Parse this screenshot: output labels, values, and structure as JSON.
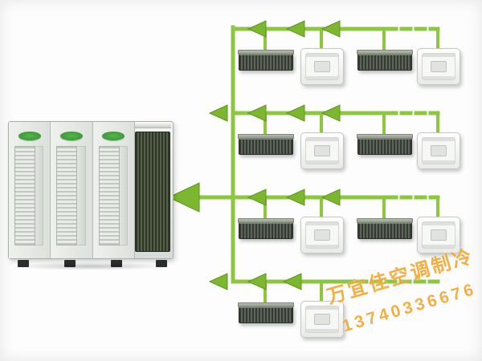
{
  "diagram": {
    "pipe_color": "#8dc63f",
    "arrow_color": "#7cb82f",
    "outdoor_unit": {
      "modules": 3
    },
    "rows": [
      {
        "units": [
          "duct",
          "cassette",
          "duct",
          "cassette"
        ]
      },
      {
        "units": [
          "duct",
          "cassette",
          "duct",
          "cassette"
        ]
      },
      {
        "units": [
          "duct",
          "cassette",
          "duct",
          "cassette"
        ]
      },
      {
        "units": [
          "duct",
          "cassette"
        ]
      }
    ]
  },
  "watermark": {
    "line1": "万宜佳空调制冷",
    "line2": "13740336676"
  }
}
